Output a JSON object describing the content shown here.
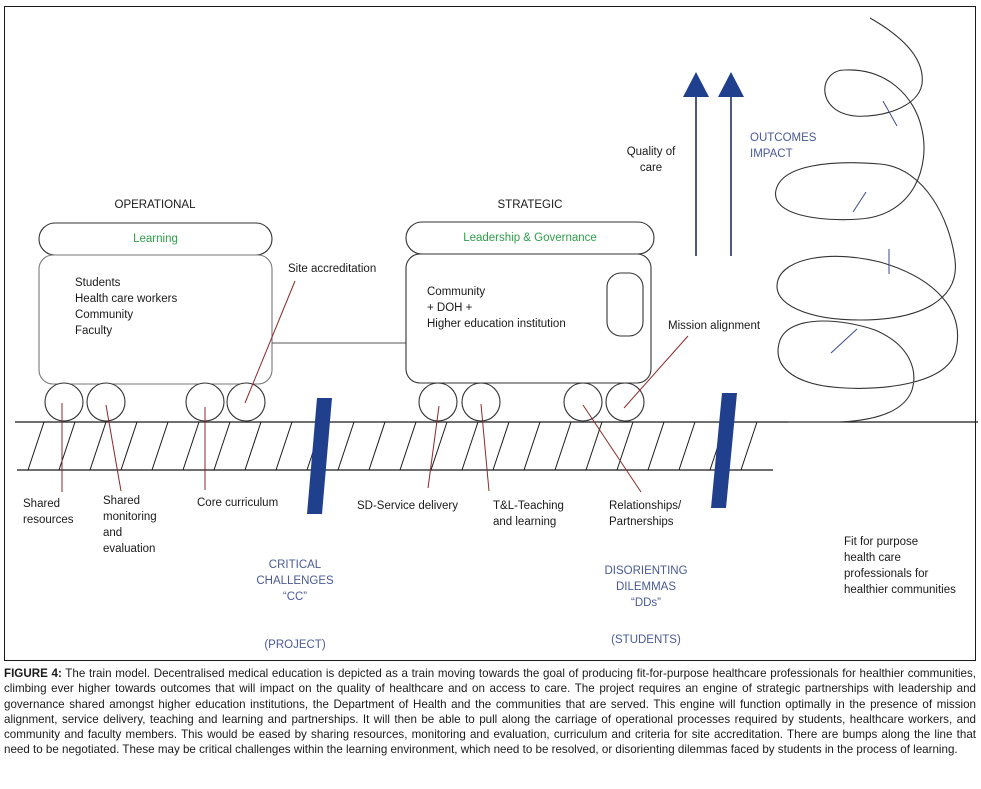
{
  "diagram": {
    "colors": {
      "line": "#1a1a1a",
      "leader": "#8b2a2a",
      "accent_blue": "#203f8c",
      "label_green": "#2e9e4a",
      "label_blue": "#4a5a96"
    },
    "carriages": {
      "operational": {
        "heading": "OPERATIONAL",
        "roof_label": "Learning",
        "body_lines": [
          "Students",
          "Health care workers",
          "Community",
          "Faculty"
        ]
      },
      "strategic": {
        "heading": "STRATEGIC",
        "roof_label": "Leadership & Governance",
        "body_lines": [
          "Community",
          "+ DOH +",
          "Higher education institution"
        ]
      }
    },
    "wheel_labels": {
      "shared_resources": [
        "Shared",
        "resources"
      ],
      "shared_monitoring": [
        "Shared",
        "monitoring",
        "and",
        "evaluation"
      ],
      "core_curriculum": "Core curriculum",
      "site_accreditation": "Site accreditation",
      "service_delivery": "SD-Service delivery",
      "teaching_learning": [
        "T&L-Teaching",
        "and learning"
      ],
      "relationships": [
        "Relationships/",
        "Partnerships"
      ],
      "mission_alignment": "Mission alignment"
    },
    "bumps": {
      "critical": [
        "CRITICAL",
        "CHALLENGES",
        "“CC”"
      ],
      "critical_source": "(PROJECT)",
      "disorienting": [
        "DISORIENTING",
        "DILEMMAS",
        "“DDs”"
      ],
      "disorienting_source": "(STUDENTS)"
    },
    "outcomes": {
      "quality": [
        "Quality of",
        "care"
      ],
      "impact": [
        "OUTCOMES",
        "IMPACT"
      ],
      "goal": [
        "Fit for purpose",
        "health care",
        "professionals for",
        "healthier communities"
      ]
    }
  },
  "caption": {
    "label": "FIGURE 4:",
    "text": " The train model. Decentralised medical education is depicted as a train moving towards the goal of producing fit-for-purpose healthcare professionals for healthier communities, climbing ever higher towards outcomes that will impact on the quality of healthcare and on access to care. The project requires an engine of strategic partnerships with leadership and governance shared amongst higher education institutions, the Department of Health and the communities that are served. This engine will function optimally in the presence of mission alignment, service delivery, teaching and learning and partnerships. It will then be able to pull along the carriage of operational processes required by students, healthcare workers, and community and faculty members. This would be eased by sharing resources, monitoring and evaluation, curriculum and criteria for site accreditation. There are bumps along the line that need to be negotiated. These may be critical challenges within the learning environment, which need to be resolved, or disorienting dilemmas faced by students in the process of learning."
  }
}
